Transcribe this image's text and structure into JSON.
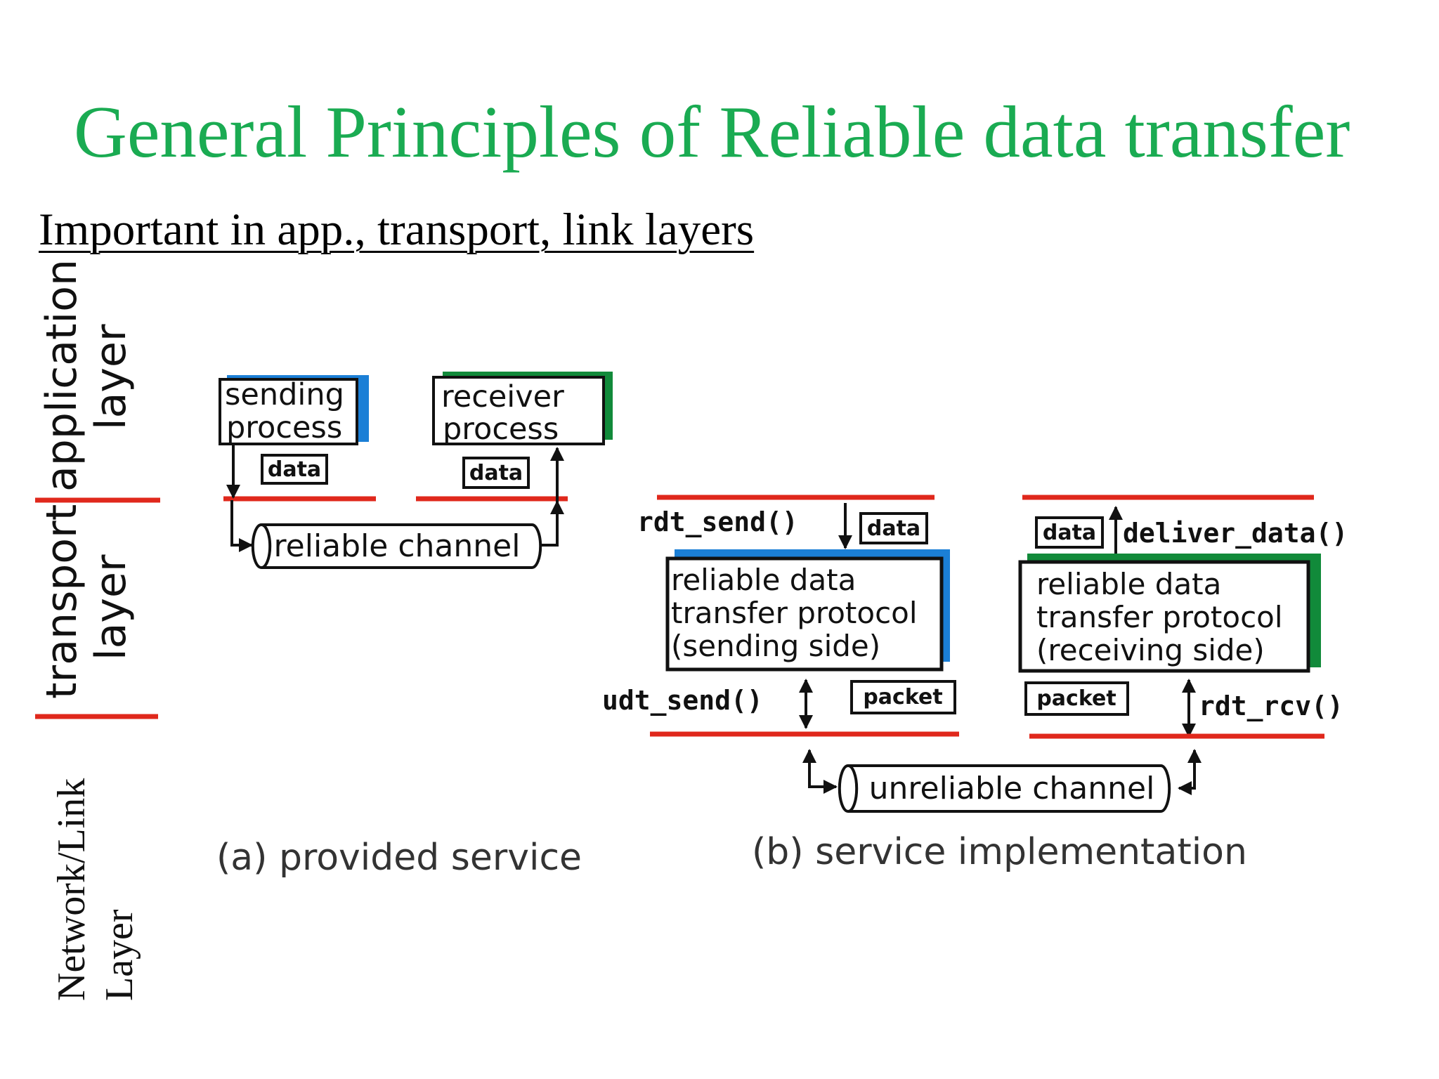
{
  "slide": {
    "title": "General Principles of Reliable data transfer",
    "subtitle": "Important in app., transport, link layers"
  },
  "layers": {
    "application_line1": "application",
    "application_line2": "layer",
    "transport_line1": "transport",
    "transport_line2": "layer",
    "network_line1": "Network/Link",
    "network_line2": "Layer"
  },
  "diagram_a": {
    "sending_line1": "sending",
    "sending_line2": "process",
    "receiver_line1": "receiver",
    "receiver_line2": "process",
    "data_send": "data",
    "data_recv": "data",
    "channel": "reliable channel",
    "caption": "(a)  provided service"
  },
  "diagram_b": {
    "rdt_send": "rdt_send()",
    "data_send": "data",
    "deliver_data": "deliver_data()",
    "data_recv": "data",
    "sender_line1": "reliable data",
    "sender_line2": "transfer protocol",
    "sender_line3": "(sending side)",
    "receiver_line1": "reliable data",
    "receiver_line2": "transfer protocol",
    "receiver_line3": "(receiving side)",
    "udt_send": "udt_send()",
    "packet_send": "packet",
    "packet_recv": "packet",
    "rdt_rcv": "rdt_rcv()",
    "channel": "unreliable channel",
    "caption": "(b) service implementation"
  },
  "colors": {
    "title": "#1aab52",
    "layer_line": "#e0281c",
    "sender_shadow": "#1b7fd6",
    "receiver_shadow": "#118a3a"
  }
}
